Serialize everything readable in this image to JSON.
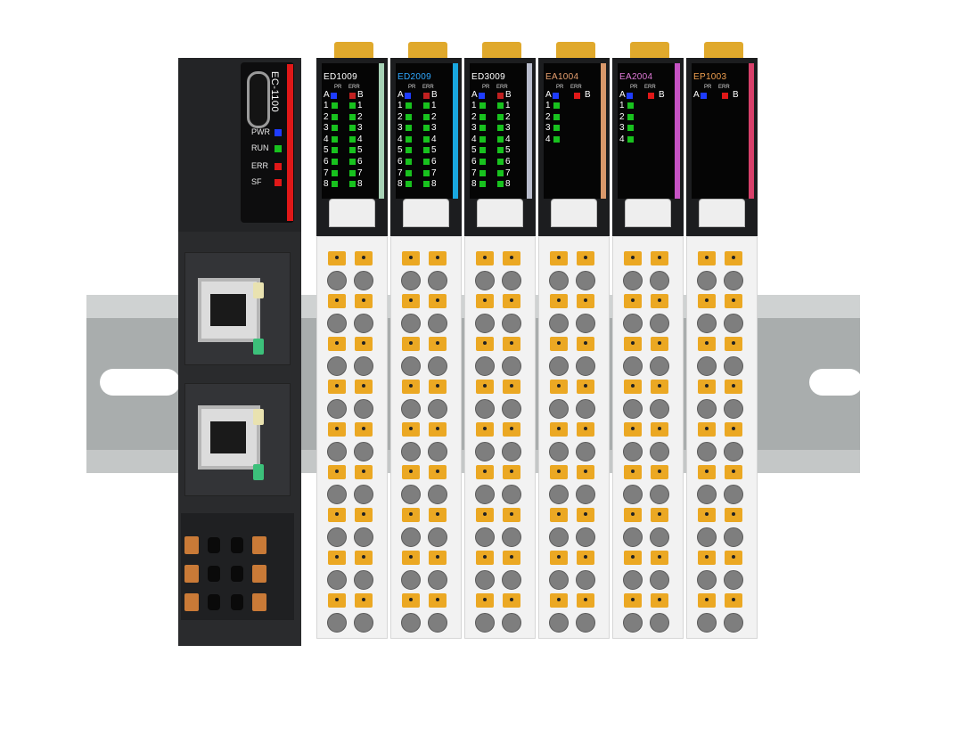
{
  "coupler": {
    "model": "EC-1100",
    "indicators": [
      {
        "label": "PWR",
        "color": "#1e3cff"
      },
      {
        "label": "RUN",
        "color": "#18c21e"
      },
      {
        "label": "ERR",
        "color": "#e01818"
      },
      {
        "label": "SF",
        "color": "#e01818"
      }
    ]
  },
  "modules": [
    {
      "name": "ED1009",
      "name_color": "#ffffff",
      "strip_color": "#a7d2b6",
      "hdr_left": "PR",
      "hdr_right": "ERR",
      "a": "A",
      "b": "B",
      "a_color": "#1e3cff",
      "b_color": "#c02020",
      "channels": [
        "1",
        "2",
        "3",
        "4",
        "5",
        "6",
        "7",
        "8"
      ],
      "dual": true
    },
    {
      "name": "ED2009",
      "name_color": "#2fa8ff",
      "strip_color": "#19a7e0",
      "hdr_left": "PR",
      "hdr_right": "ERR",
      "a": "A",
      "b": "B",
      "a_color": "#1e3cff",
      "b_color": "#c02020",
      "channels": [
        "1",
        "2",
        "3",
        "4",
        "5",
        "6",
        "7",
        "8"
      ],
      "dual": true
    },
    {
      "name": "ED3009",
      "name_color": "#ffffff",
      "strip_color": "#b8bccc",
      "hdr_left": "PR",
      "hdr_right": "ERR",
      "a": "A",
      "b": "B",
      "a_color": "#1e3cff",
      "b_color": "#c02020",
      "channels": [
        "1",
        "2",
        "3",
        "4",
        "5",
        "6",
        "7",
        "8"
      ],
      "dual": true
    },
    {
      "name": "EA1004",
      "name_color": "#e8a070",
      "strip_color": "#d9986b",
      "hdr_left": "PR",
      "hdr_right": "ERR",
      "a": "A",
      "b": "B",
      "a_color": "#1e3cff",
      "b_color": "#e01818",
      "channels": [
        "1",
        "2",
        "3",
        "4"
      ],
      "dual": false
    },
    {
      "name": "EA2004",
      "name_color": "#e07ad8",
      "strip_color": "#c653c4",
      "hdr_left": "PR",
      "hdr_right": "ERR",
      "a": "A",
      "b": "B",
      "a_color": "#1e3cff",
      "b_color": "#e01818",
      "channels": [
        "1",
        "2",
        "3",
        "4"
      ],
      "dual": false
    },
    {
      "name": "EP1003",
      "name_color": "#f0a050",
      "strip_color": "#d8406a",
      "hdr_left": "PR",
      "hdr_right": "ERR",
      "a": "A",
      "b": "B",
      "a_color": "#1e3cff",
      "b_color": "#e01818",
      "channels": [],
      "dual": false
    }
  ],
  "colors": {
    "housing": "#1c1d1f",
    "terminal_orange": "#eba823",
    "led_green": "#18c21e",
    "rail": "#b9bcbc"
  }
}
